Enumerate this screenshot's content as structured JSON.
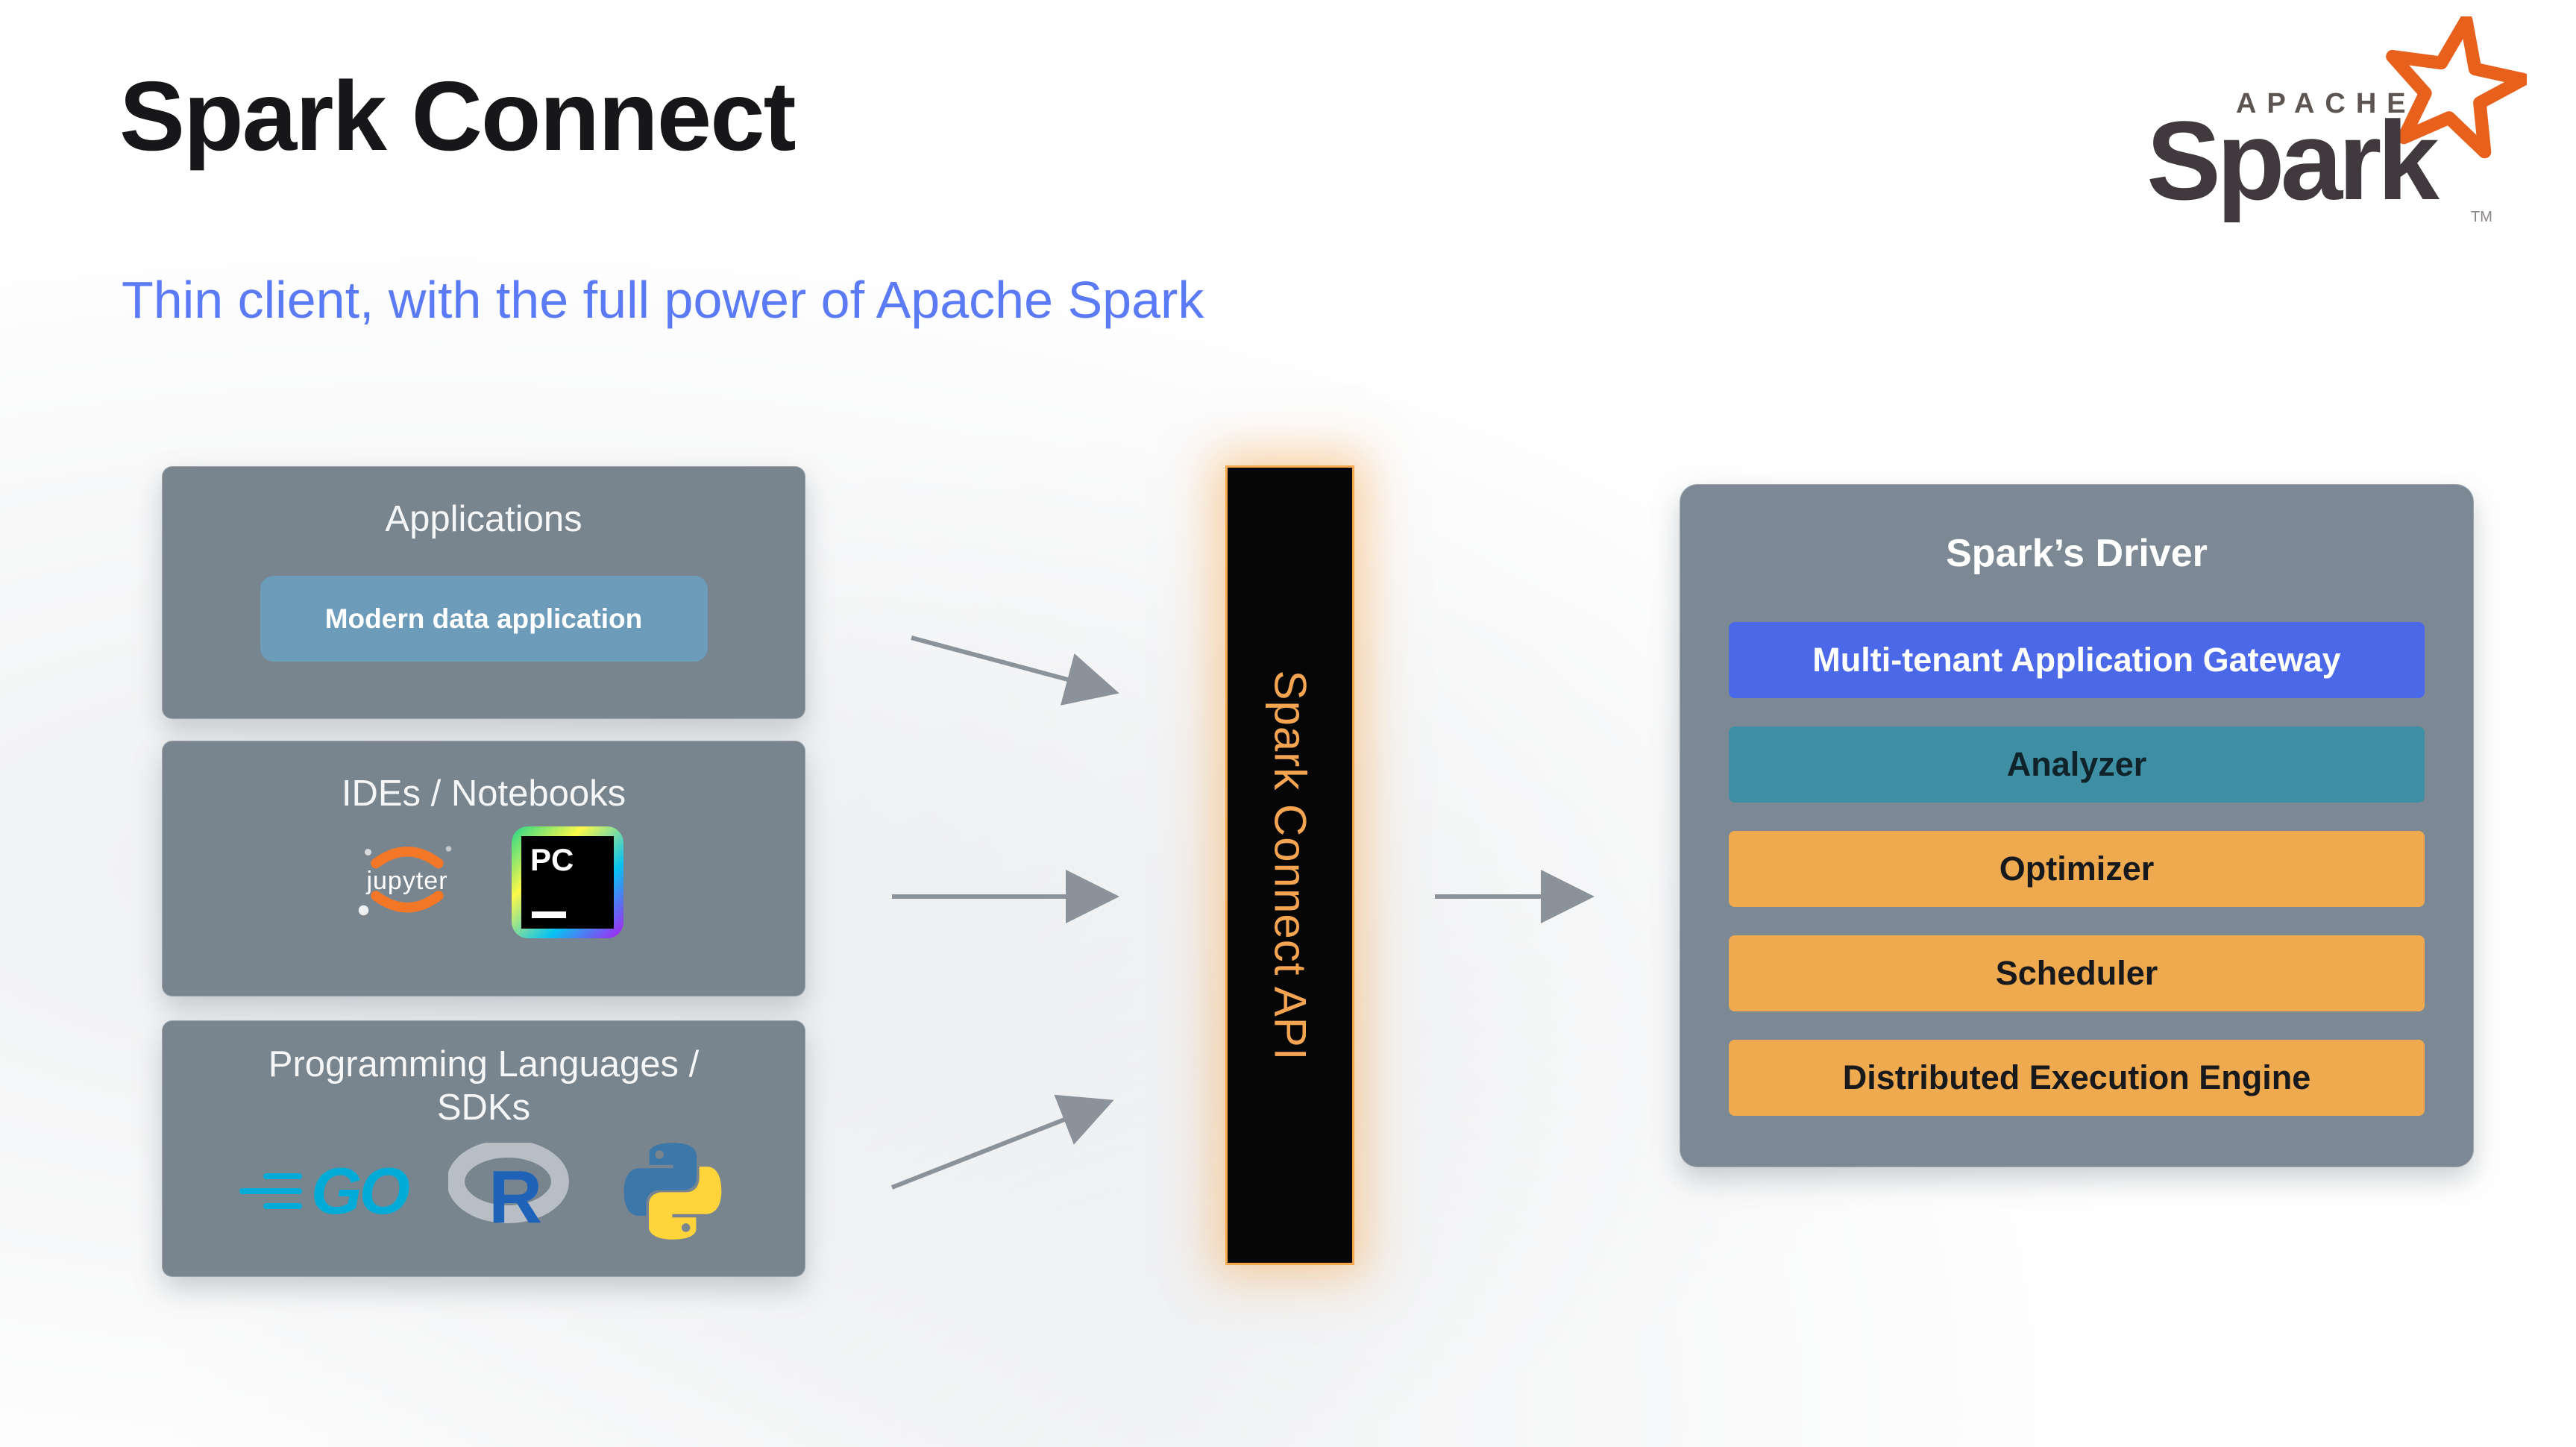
{
  "slide": {
    "title": "Spark Connect",
    "subtitle": "Thin client, with the full power of Apache Spark"
  },
  "brand": {
    "apache": "APACHE",
    "name": "Spark",
    "tm": "TM"
  },
  "sources": [
    {
      "title": "Applications",
      "pill": "Modern data application"
    },
    {
      "title": "IDEs / Notebooks",
      "jupyter": "jupyter",
      "pycharm": "PC"
    },
    {
      "title": "Programming Languages / SDKs",
      "go": "GO",
      "r": "R"
    }
  ],
  "connector": {
    "label": "Spark Connect API"
  },
  "driver": {
    "title": "Spark’s Driver",
    "rows": [
      {
        "label": "Multi-tenant Application Gateway",
        "bg": "#4a68e8",
        "fg": "#ffffff"
      },
      {
        "label": "Analyzer",
        "bg": "#3e8fa3",
        "fg": "#10222a"
      },
      {
        "label": "Optimizer",
        "bg": "#efa94e",
        "fg": "#17191c"
      },
      {
        "label": "Scheduler",
        "bg": "#efa94e",
        "fg": "#17191c"
      },
      {
        "label": "Distributed Execution Engine",
        "bg": "#efa94e",
        "fg": "#17191c"
      }
    ]
  },
  "colors": {
    "subtitle": "#5b7af5",
    "box_bg": "#78858f",
    "pill_bg": "#6d9cba",
    "driver_bg": "#7c8994",
    "arrow": "#8b9299",
    "connector_text": "#f5a452",
    "connector_glow": "#f7a64a",
    "brand_orange": "#e8611c"
  }
}
